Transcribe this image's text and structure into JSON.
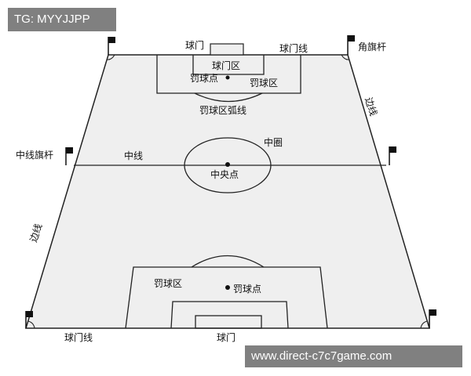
{
  "watermarks": {
    "top": "TG: MYYJJPP",
    "bottom": "www.direct-c7c7game.com"
  },
  "labels": {
    "goal_top": "球门",
    "goal_line_top": "球门线",
    "corner_flag": "角旗杆",
    "goal_area": "球门区",
    "penalty_spot_top": "罚球点",
    "penalty_area_top": "罚球区",
    "penalty_arc": "罚球区弧线",
    "touchline_right": "边线",
    "center_circle": "中圈",
    "halfway_flag": "中线旗杆",
    "halfway_line": "中线",
    "center_spot": "中央点",
    "touchline_left": "边线",
    "penalty_area_bottom": "罚球区",
    "penalty_spot_bottom": "罚球点",
    "goal_line_bottom": "球门线",
    "goal_bottom": "球门"
  },
  "colors": {
    "field": "#efefef",
    "line": "#222222",
    "watermark_bg": "#808080"
  }
}
